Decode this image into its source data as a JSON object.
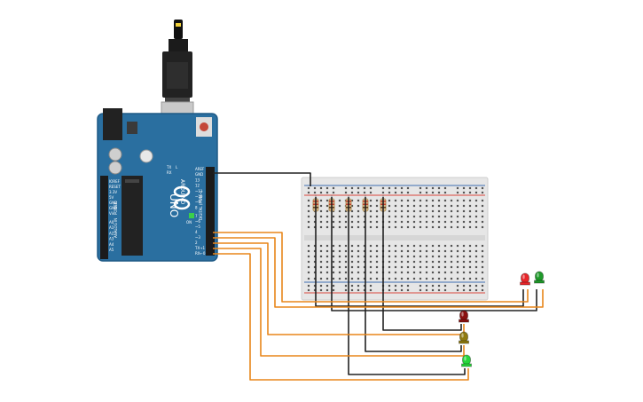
{
  "arduino": {
    "brand": "ARDUINO",
    "model": "UNO",
    "on_label": "ON",
    "tx_label": "TX",
    "rx_label": "RX",
    "l_label": "L",
    "power_header_label": "POWER",
    "analog_header_label": "ANALOG IN",
    "digital_header_label": "DIGITAL (PWM~)",
    "power_pins": [
      "IOREF",
      "RESET",
      "3.3V",
      "5V",
      "GND",
      "GND",
      "Vin"
    ],
    "analog_pins": [
      "A0",
      "A1",
      "A2",
      "A3",
      "A4",
      "A5"
    ],
    "digital_pins_top": [
      "AREF",
      "GND",
      "13",
      "12",
      "~11",
      "~10",
      "~9",
      "8"
    ],
    "digital_pins_bottom": [
      "7",
      "~6",
      "~5",
      "4",
      "~3",
      "2",
      "TX→1",
      "RX←0"
    ]
  },
  "leds": [
    {
      "color": "red",
      "hex": "#e8262a"
    },
    {
      "color": "green",
      "hex": "#1f9a2a"
    },
    {
      "color": "dark-red",
      "hex": "#8a1010"
    },
    {
      "color": "dark-yellow",
      "hex": "#8f7a10"
    },
    {
      "color": "bright-green",
      "hex": "#27d63a"
    }
  ],
  "colors": {
    "board": "#2a6fa0",
    "board_dark": "#1f5a86",
    "breadboard": "#e6e6e6",
    "wire_signal": "#e8861a",
    "wire_ground": "#222222",
    "rail_red": "#d9463c",
    "rail_blue": "#3d6db3"
  }
}
